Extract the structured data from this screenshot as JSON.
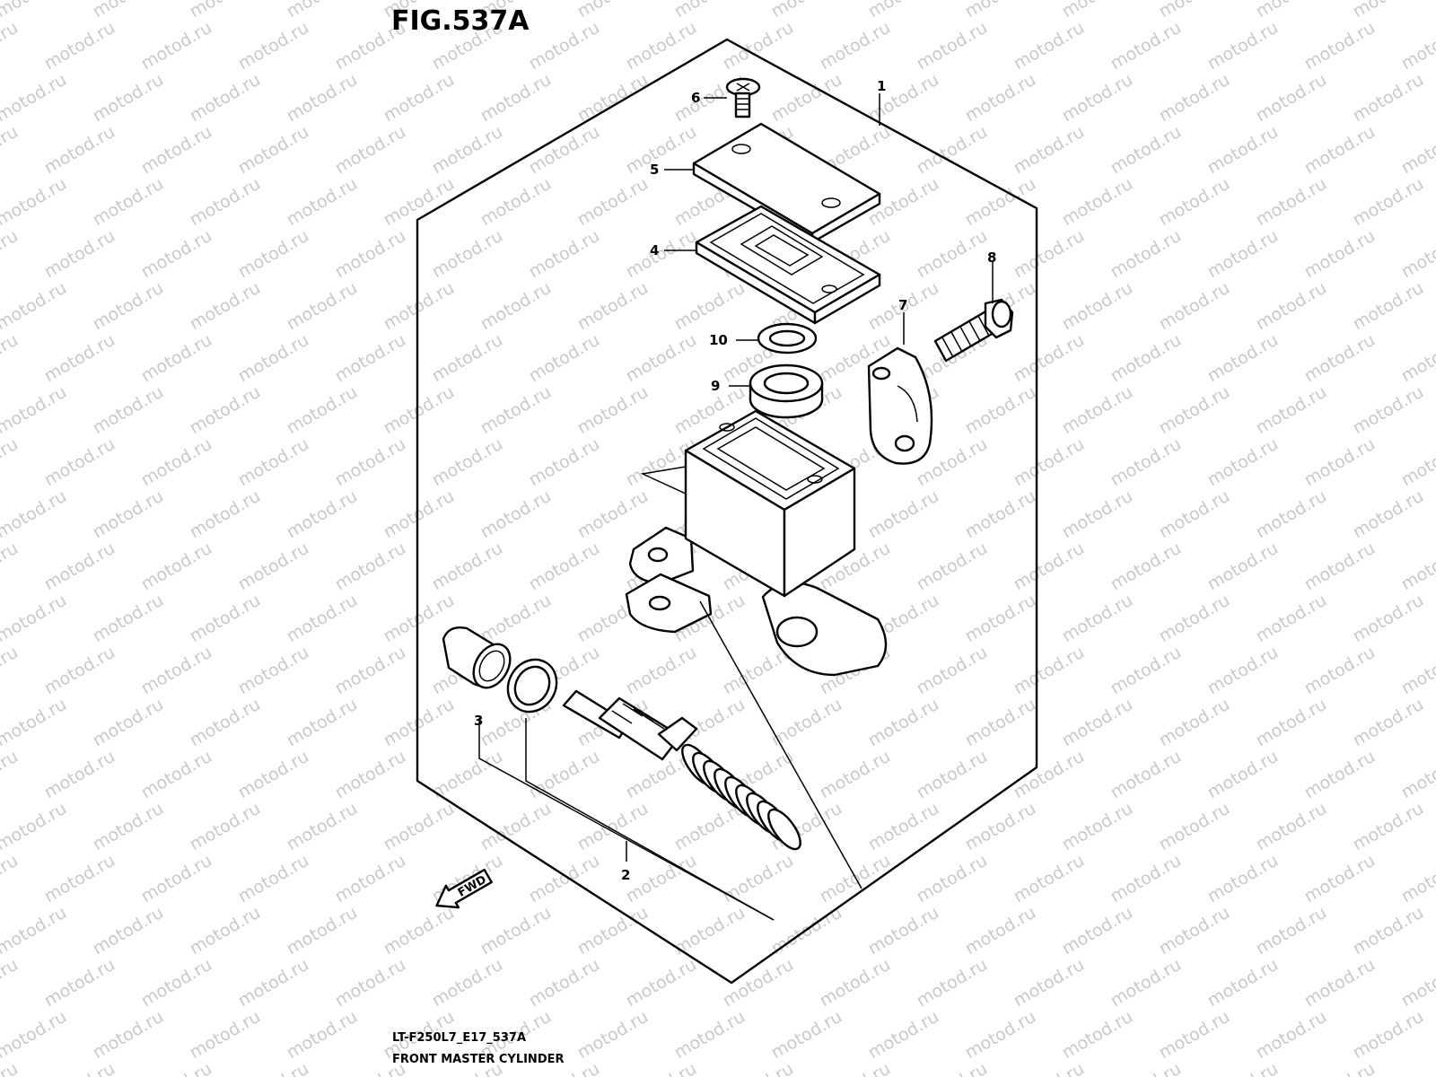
{
  "figure": {
    "title": "FIG.537A",
    "code": "LT-F250L7_E17_537A",
    "caption": "FRONT MASTER CYLINDER"
  },
  "watermark": "motod.ru",
  "fwd_label": "FWD",
  "callouts": {
    "c1": "1",
    "c2": "2",
    "c3": "3",
    "c4": "4",
    "c5": "5",
    "c6": "6",
    "c7": "7",
    "c8": "8",
    "c9": "9",
    "c10": "10"
  },
  "colors": {
    "line": "#000000",
    "watermark": "#c9c9c9",
    "background": "#ffffff"
  }
}
